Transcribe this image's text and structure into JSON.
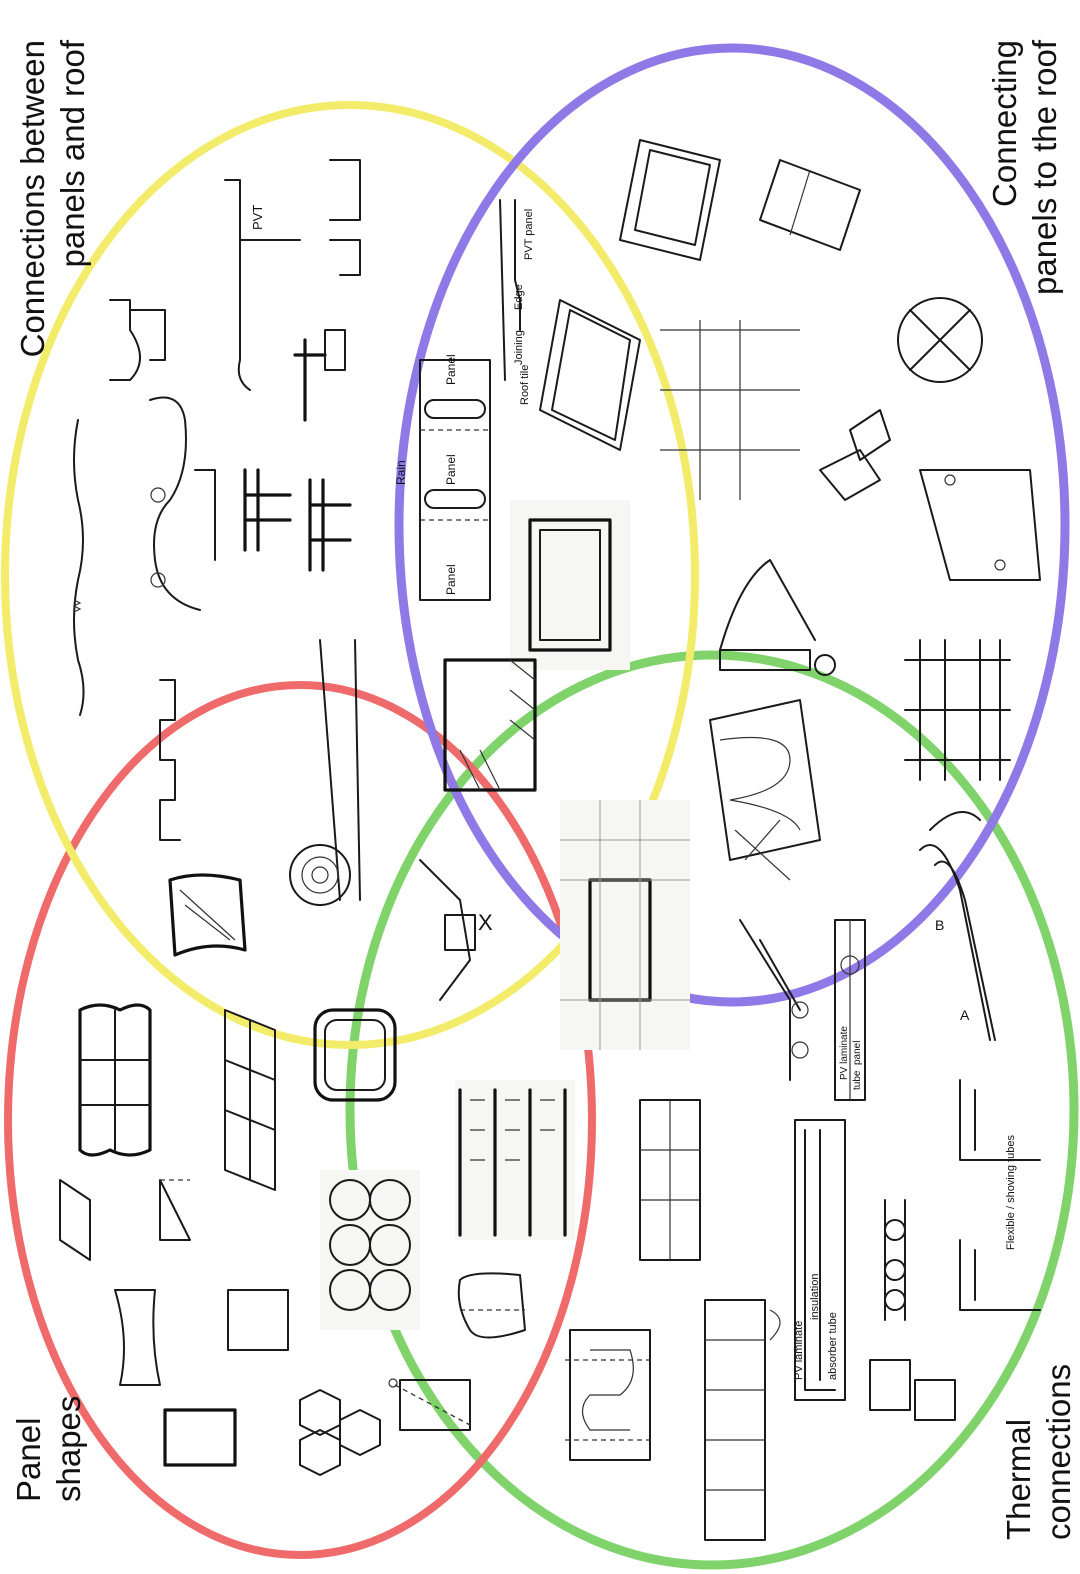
{
  "diagram": {
    "type": "venn",
    "sets": [
      {
        "id": "panel_shapes",
        "label_lines": [
          "Panel",
          "shapes"
        ],
        "color": "#ef6b6b"
      },
      {
        "id": "connections_panels_roof",
        "label_lines": [
          "Connections between",
          "panels and roof"
        ],
        "color": "#f3ec6a"
      },
      {
        "id": "connecting_to_roof",
        "label_lines": [
          "Connecting",
          "panels to the roof"
        ],
        "color": "#8f79e6"
      },
      {
        "id": "thermal",
        "label_lines": [
          "Thermal",
          "connections"
        ],
        "color": "#7fd36a"
      }
    ],
    "annotations": {
      "pvt": "PVT",
      "pvt_panel": "PVT panel",
      "edge": "Edge",
      "joining": "Joining",
      "roof_tile": "Roof tile",
      "rain": "Rain",
      "panel": "Panel",
      "pv_laminate": "PV laminate",
      "insulation": "insulation",
      "absorber_tube": "absorber tube",
      "tube": "tube",
      "panel_lower": "panel",
      "flexible_tubes": "Flexible / shoving tubes",
      "letter_a": "A",
      "letter_b": "B",
      "letter_x": "X"
    }
  }
}
